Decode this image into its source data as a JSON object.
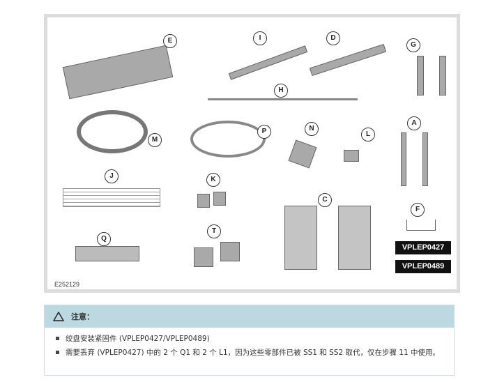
{
  "figure": {
    "id": "E252129",
    "labels": [
      "E",
      "I",
      "D",
      "G",
      "H",
      "M",
      "P",
      "N",
      "L",
      "A",
      "J",
      "K",
      "C",
      "F",
      "Q",
      "T"
    ],
    "codes": [
      "VPLEP0427",
      "VPLEP0489"
    ]
  },
  "note": {
    "title": "注意：",
    "items": [
      "绞盘安装紧固件 (VPLEP0427/VPLEP0489)",
      "需要丢弃 (VPLEP0427) 中的 2 个 Q1 和 2 个 L1，因为这些零部件已被 SS1 和 SS2 取代，仅在步骤 11 中使用。"
    ]
  }
}
